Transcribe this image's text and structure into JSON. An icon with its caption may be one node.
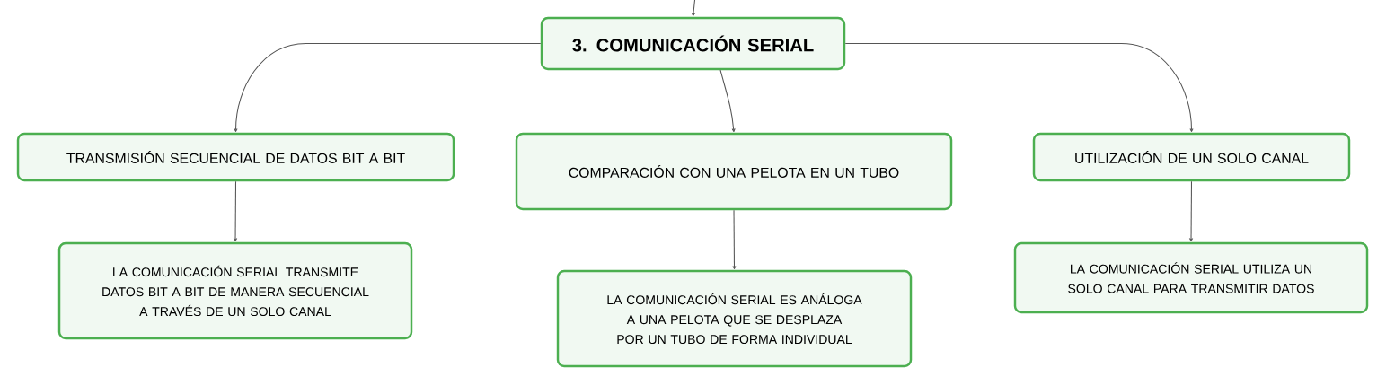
{
  "diagram": {
    "nodes": [
      {
        "text": [
          "3. COMUNICACIÓN SERIAL"
        ]
      },
      {
        "text": [
          "TRANSMISIÓN SECUENCIAL DE DATOS BIT A BIT"
        ]
      },
      {
        "text": [
          "LA COMUNICACIÓN SERIAL TRANSMITE DATOS BIT A BIT DE MANERA SECUENCIAL A TRAVÉS DE UN SOLO CANAL"
        ]
      },
      {
        "text": [
          "COMPARACIÓN CON UNA PELOTA EN UN TUBO"
        ]
      },
      {
        "text": [
          "LA COMUNICACIÓN SERIAL ES ANÁLOGA A UNA PELOTA QUE SE DESPLAZA POR UN TUBO DE FORMA INDIVIDUAL"
        ]
      },
      {
        "text": [
          "UTILIZACIÓN DE UN SOLO CANAL"
        ]
      },
      {
        "text": [
          "LA COMUNICACIÓN SERIAL UTILIZA UN SOLO CANAL PARA TRANSMITIR DATOS"
        ]
      }
    ],
    "edges": [
      {
        "from": null,
        "to": 0,
        "arrow": "to"
      },
      {
        "from": 0,
        "to": 1,
        "arrow": "to"
      },
      {
        "from": 0,
        "to": 3,
        "arrow": "to"
      },
      {
        "from": 0,
        "to": 5,
        "arrow": "to"
      },
      {
        "from": 1,
        "to": 2,
        "arrow": "to"
      },
      {
        "from": 3,
        "to": 4,
        "arrow": "to"
      },
      {
        "from": 5,
        "to": 6,
        "arrow": "to"
      }
    ]
  }
}
